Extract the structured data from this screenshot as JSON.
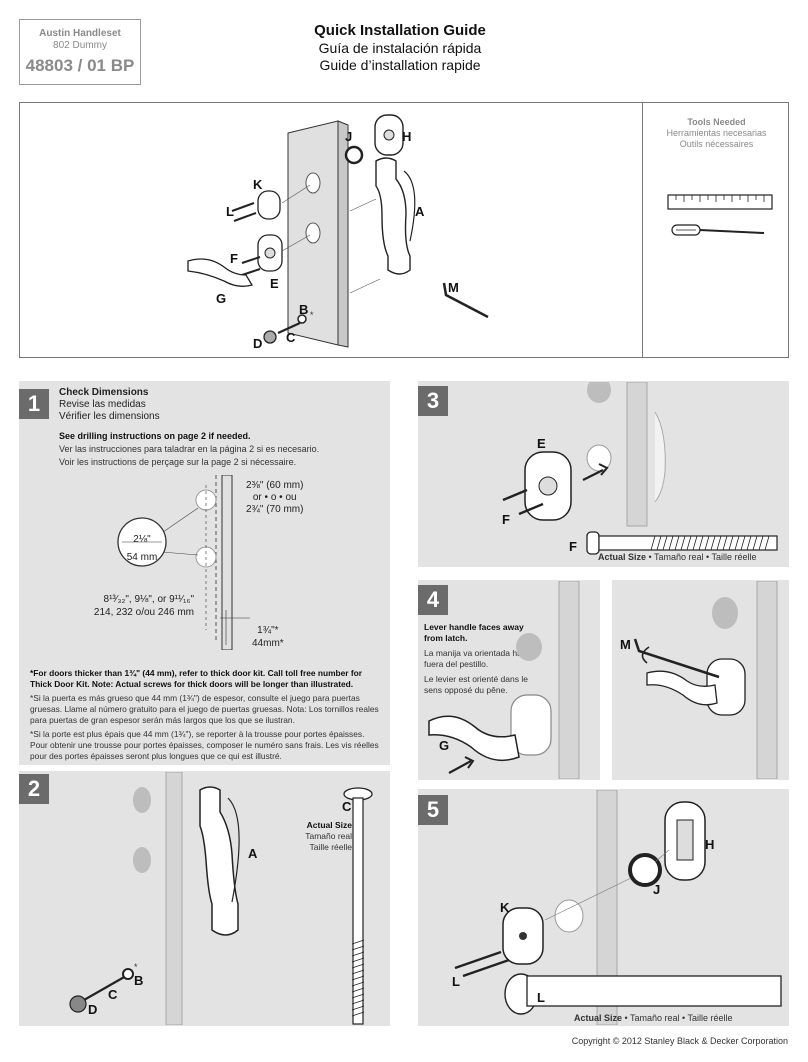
{
  "header": {
    "model_name": "Austin Handleset",
    "model_variant": "802 Dummy",
    "model_number": "48803 / 01 BP",
    "title_en": "Quick Installation Guide",
    "title_es": "Guía de instalación rápida",
    "title_fr": "Guide d’installation rapide"
  },
  "tools": {
    "title_en": "Tools Needed",
    "title_es": "Herramientas necesarias",
    "title_fr": "Outils nécessaires",
    "items": [
      "ruler-icon",
      "screwdriver-icon"
    ]
  },
  "overview": {
    "parts": [
      "A",
      "B",
      "C",
      "D",
      "E",
      "F",
      "G",
      "H",
      "J",
      "K",
      "L",
      "M"
    ],
    "b_mark": "*"
  },
  "step1": {
    "number": "1",
    "title_en": "Check Dimensions",
    "title_es": "Revise las medidas",
    "title_fr": "Vérifier les dimensions",
    "note_en": "See drilling instructions on page 2 if needed.",
    "note_es": "Ver las instrucciones para taladrar en la página 2 si es necesario.",
    "note_fr": "Voir les instructions de perçage sur la page 2 si nécessaire.",
    "dim_spacing_1": "2⅜\" (60 mm)",
    "dim_spacing_2": "or • o • ou",
    "dim_spacing_3": "2¾\" (70 mm)",
    "dim_bore_1": "2⅛\"",
    "dim_bore_2": "54 mm",
    "dim_height_1": "8¹³⁄₃₂\", 9⅛\", or  9¹¹⁄₁₆\"",
    "dim_height_2": "214, 232 o/ou 246 mm",
    "dim_thick_1": "1¾\"*",
    "dim_thick_2": "44mm*",
    "foot_en": "*For doors thicker than 1¾\" (44 mm), refer to thick door kit. Call toll free number for Thick Door Kit. Note: Actual screws for thick doors will be longer than illustrated.",
    "foot_es": "*Si la puerta es más grueso que 44 mm (1¾\") de espesor, consulte el juego para puertas gruesas. Llame al número gratuito para el juego de puertas gruesas. Nota: Los tornillos reales para puertas de gran espesor serán más largos que los que se ilustran.",
    "foot_fr": "*Si la porte est plus épais que 44 mm (1¾\"), se reporter à la trousse pour portes épaisses. Pour obtenir une trousse pour portes épaisses, composer le numéro sans frais. Les vis réelles pour des portes épaisses seront plus longues que ce qui est illustré."
  },
  "step2": {
    "number": "2",
    "actual_en": "Actual Size",
    "actual_es": "Tamaño real",
    "actual_fr": "Taille réelle",
    "labels": {
      "a": "A",
      "b": "B",
      "c": "C",
      "d": "D",
      "c_screw": "C",
      "b_mark": "*"
    }
  },
  "step3": {
    "number": "3",
    "labels": {
      "e": "E",
      "f": "F",
      "f_screw": "F"
    },
    "caption_bold": "Actual Size",
    "caption_rest": " • Tamaño real • Taille réelle"
  },
  "step4": {
    "number": "4",
    "text_en": "Lever handle faces away from latch.",
    "text_es": "La manija va orientada hacia fuera del pestillo.",
    "text_fr": "Le levier est orienté dans le sens opposé du pêne.",
    "labels": {
      "g": "G",
      "m": "M"
    }
  },
  "step5": {
    "number": "5",
    "labels": {
      "h": "H",
      "j": "J",
      "k": "K",
      "l": "L",
      "l_screw": "L"
    },
    "caption_bold": "Actual Size",
    "caption_rest": " • Tamaño real • Taille réelle"
  },
  "footer": {
    "copyright": "Copyright © 2012 Stanley Black & Decker Corporation"
  }
}
